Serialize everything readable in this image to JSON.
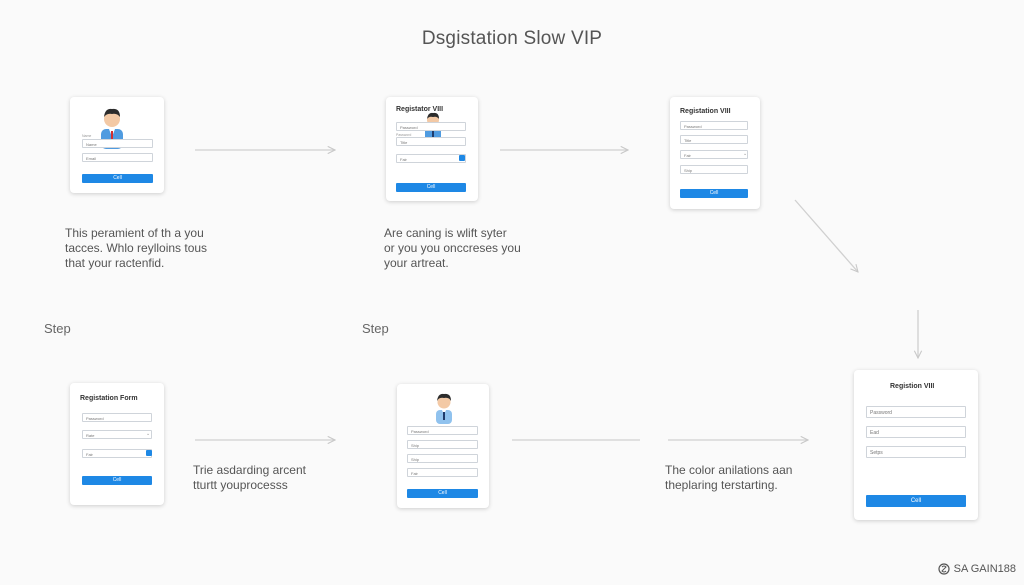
{
  "title": "Dsgistation Slow VIP",
  "cards": {
    "c1": {
      "fields": [
        "Name",
        "Email"
      ],
      "labels": [
        "Name"
      ],
      "button": "Cell"
    },
    "c2": {
      "title": "Registator VIII",
      "fields": [
        "Password",
        "Title",
        "Fair"
      ],
      "labels": [
        "Password"
      ],
      "button": "Cell"
    },
    "c3": {
      "title": "Registation VIII",
      "fields": [
        "Password",
        "Title",
        "Fair",
        "Ship"
      ],
      "button": "Cell"
    },
    "c4": {
      "title": "Registation Form",
      "fields": [
        "Password",
        "Rate",
        "Fair"
      ],
      "button": "Cell"
    },
    "c5": {
      "fields": [
        "Password",
        "Ship",
        "Ship",
        "Fair"
      ],
      "button": "Cell"
    },
    "c6": {
      "title": "Registion VIII",
      "fields": [
        "Password",
        "Ead",
        "Setps"
      ],
      "button": "Cell"
    }
  },
  "notes": {
    "n1": "This peramient of th a you\ntacces. Whlo reylloins tous\nthat your ractenfid.",
    "n2": "Are caning is wlift syter\nor you you onccreses you\nyour artreat.",
    "n3": "Trie asdarding arcent\ntturtt youprocesss",
    "n4": "The color anilations aan\ntheplaring terstarting."
  },
  "steps": {
    "s1": "Step",
    "s2": "Step"
  },
  "footer": {
    "text": "SA GAIN188"
  },
  "colors": {
    "accent": "#1e88e5",
    "background": "#fafafa"
  }
}
